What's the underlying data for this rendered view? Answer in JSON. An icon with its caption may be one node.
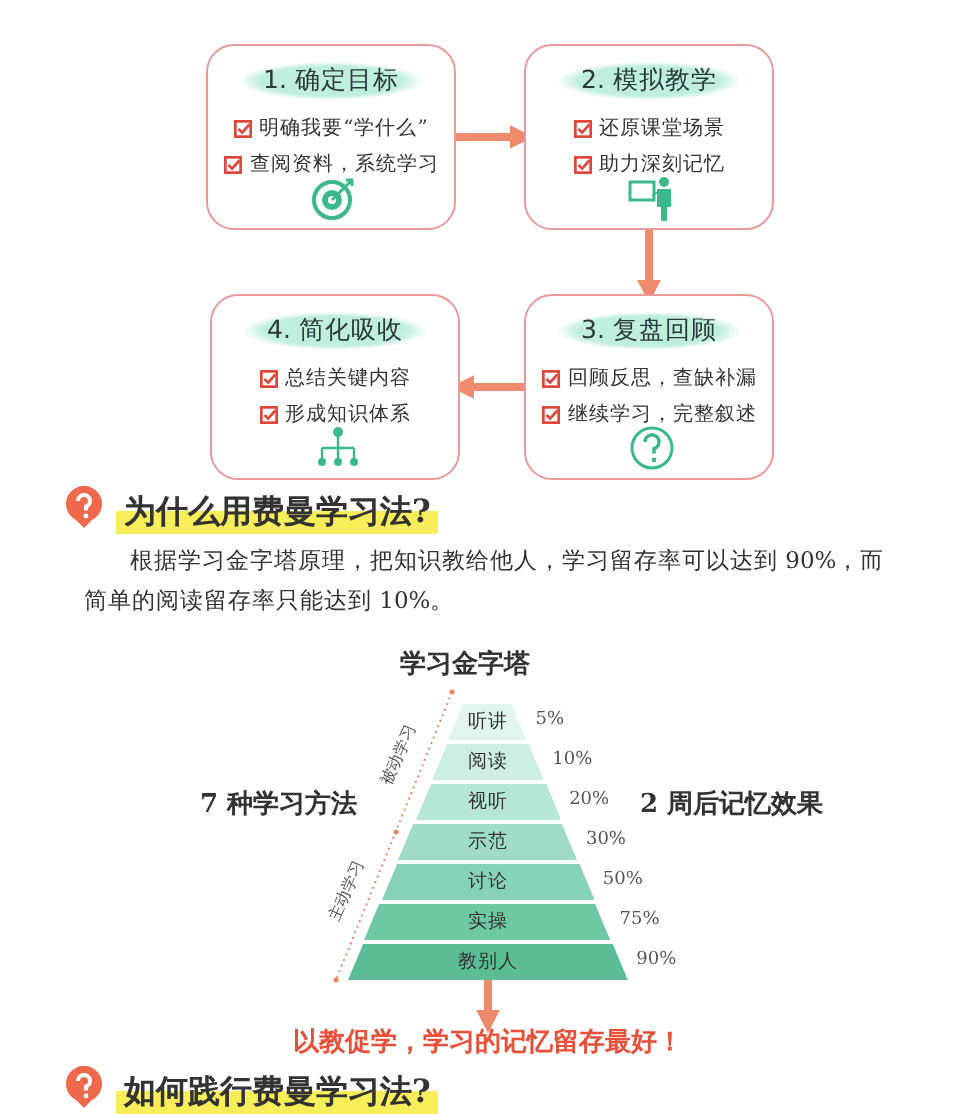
{
  "diagram": {
    "nodes": [
      {
        "text": [
          "1. 确定目标",
          "明确我要“学什么”",
          "查阅资料，系统学习"
        ]
      },
      {
        "text": [
          "2. 模拟教学",
          "还原课堂场景",
          "助力深刻记忆"
        ]
      },
      {
        "text": [
          "3. 复盘回顾",
          "回顾反思，查缺补漏",
          "继续学习，完整叙述"
        ]
      },
      {
        "text": [
          "4. 简化吸收",
          "总结关键内容",
          "形成知识体系"
        ]
      },
      {
        "text": [
          "听讲"
        ],
        "beside": [
          "5%"
        ]
      },
      {
        "text": [
          "阅读"
        ],
        "beside": [
          "10%"
        ]
      },
      {
        "text": [
          "视听"
        ],
        "beside": [
          "20%"
        ]
      },
      {
        "text": [
          "示范"
        ],
        "beside": [
          "30%"
        ]
      },
      {
        "text": [
          "讨论"
        ],
        "beside": [
          "50%"
        ]
      },
      {
        "text": [
          "实操"
        ],
        "beside": [
          "75%"
        ]
      },
      {
        "text": [
          "教别人"
        ],
        "beside": [
          "90%"
        ]
      },
      {
        "text": [
          "以教促学，学习的记忆留存最好！"
        ]
      }
    ],
    "edges": [
      {
        "from": 0,
        "to": 1,
        "arrow": "to"
      },
      {
        "from": 1,
        "to": 2,
        "arrow": "to"
      },
      {
        "from": 2,
        "to": 3,
        "arrow": "to"
      },
      {
        "from": 10,
        "to": 11,
        "arrow": "to"
      }
    ],
    "labels": [
      "为什么用费曼学习法?",
      "根据学习金字塔原理，把知识教给他人，学习留存率可以达到 90%，而简单的阅读留存率只能达到 10%。",
      "学习金字塔",
      "7 种学习方法",
      "2 周后记忆效果",
      "被动学习",
      "主动学习",
      "如何践行费曼学习法?"
    ]
  }
}
